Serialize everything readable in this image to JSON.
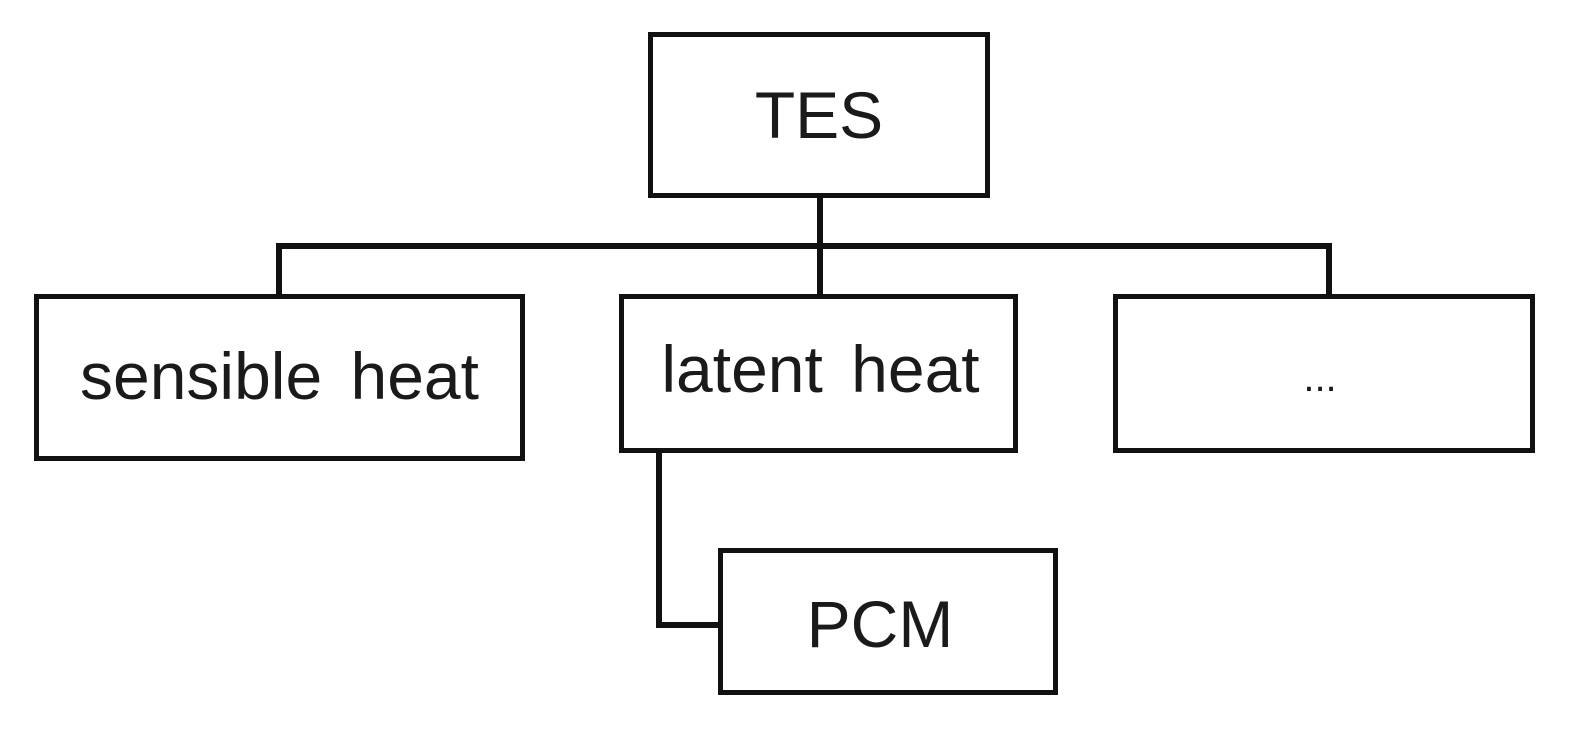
{
  "diagram": {
    "root": {
      "label": "TES"
    },
    "children": [
      {
        "label": "sensible heat"
      },
      {
        "label": "latent heat"
      },
      {
        "label": "..."
      }
    ],
    "grandchild": {
      "label": "PCM"
    }
  },
  "colors": {
    "line": "#111111",
    "text": "#1a1a1a",
    "background": "#ffffff"
  }
}
